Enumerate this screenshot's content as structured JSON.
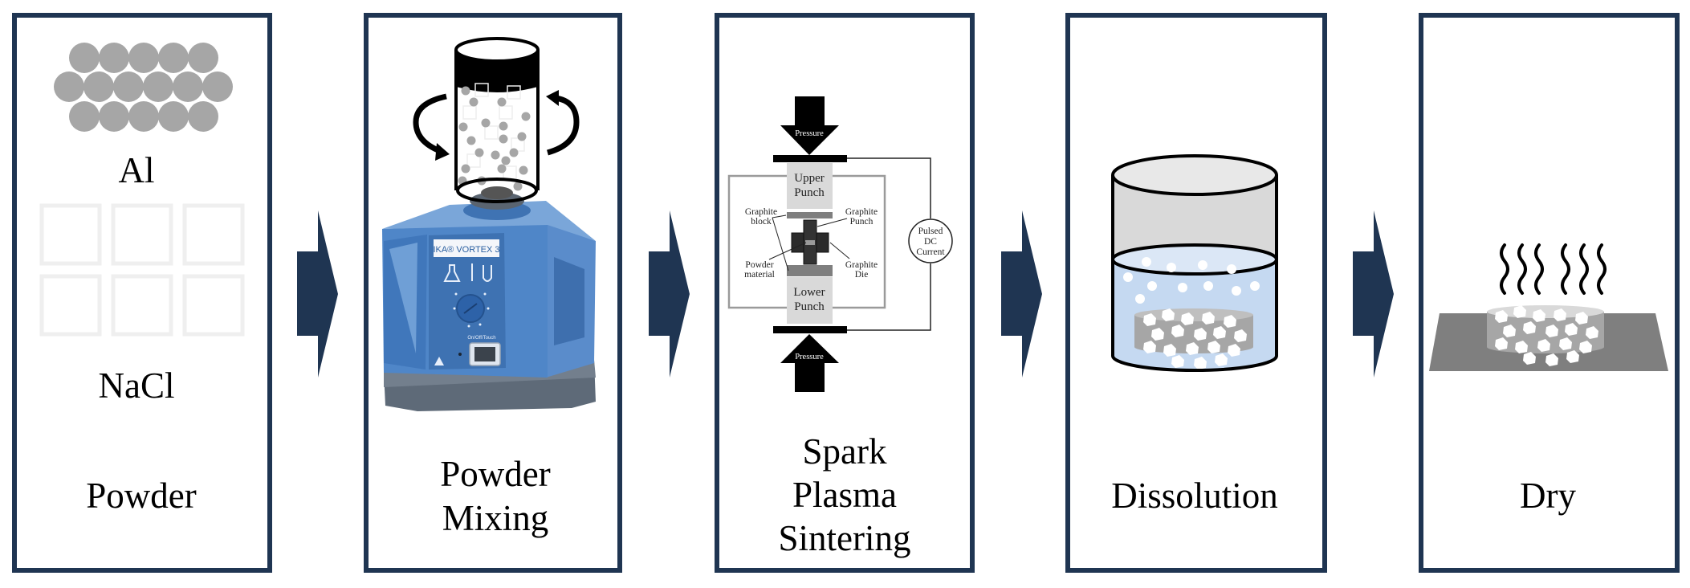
{
  "figure": {
    "title": "Aluminium foam fabrication process",
    "colors": {
      "frame": "#1f3552",
      "arrow": "#1f3552",
      "al_particle": "#a6a6a6",
      "nacl_outline": "#efefef",
      "mixer_body": "#4a7fc1",
      "water": "#c5d9f1",
      "plate": "#7f7f7f",
      "sample": "#a6a6a6"
    }
  },
  "steps": [
    {
      "id": "powder",
      "label_lines": [
        "Powder"
      ],
      "materials": [
        {
          "name": "Al",
          "shape": "circle",
          "count": 16
        },
        {
          "name": "NaCl",
          "shape": "square",
          "count": 6
        }
      ]
    },
    {
      "id": "powder-mixing",
      "label_lines": [
        "Powder",
        "Mixing"
      ],
      "device": {
        "brand_label": "IKA® VORTEX 3",
        "switch_label": "On/Off/Touch",
        "motion": "rotating"
      }
    },
    {
      "id": "sps",
      "label_lines": [
        "Spark",
        "Plasma",
        "Sintering"
      ],
      "diagram": {
        "pressure_top": "Pressure",
        "pressure_bottom": "Pressure",
        "upper_punch": [
          "Upper",
          "Punch"
        ],
        "lower_punch": [
          "Lower",
          "Punch"
        ],
        "graphite_block": [
          "Graphite",
          "block"
        ],
        "graphite_punch": [
          "Graphite",
          "Punch"
        ],
        "powder_material": [
          "Powder",
          "material"
        ],
        "graphite_die": [
          "Graphite",
          "Die"
        ],
        "power_source": [
          "Pulsed",
          "DC",
          "Current"
        ]
      }
    },
    {
      "id": "dissolution",
      "label_lines": [
        "Dissolution"
      ]
    },
    {
      "id": "dry",
      "label_lines": [
        "Dry"
      ]
    }
  ],
  "arrows": [
    "powder-to-mixing",
    "mixing-to-sps",
    "sps-to-dissolution",
    "dissolution-to-dry"
  ]
}
